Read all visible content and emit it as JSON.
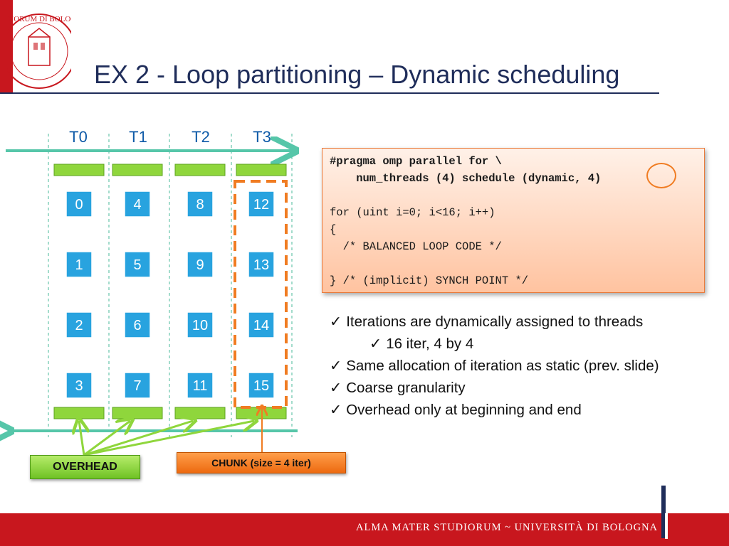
{
  "slide": {
    "title": "EX 2 - Loop partitioning – Dynamic scheduling"
  },
  "diagram": {
    "threads": [
      "T0",
      "T1",
      "T2",
      "T3"
    ],
    "iterations": [
      [
        "0",
        "1",
        "2",
        "3"
      ],
      [
        "4",
        "5",
        "6",
        "7"
      ],
      [
        "8",
        "9",
        "10",
        "11"
      ],
      [
        "12",
        "13",
        "14",
        "15"
      ]
    ],
    "overhead_label": "OVERHEAD",
    "chunk_label": "CHUNK (size = 4 iter)",
    "colors": {
      "iteration_box": "#28a3df",
      "overhead_bar": "#8fd63c",
      "thread_divider": "#47b99a",
      "time_arrow": "#56c6a9",
      "chunk_highlight": "#f07c22",
      "thread_label": "#0e5aa7"
    }
  },
  "code": {
    "lines": [
      "#pragma omp parallel for \\",
      "    num_threads (4) schedule (dynamic, 4)",
      "",
      "for (uint i=0; i<16; i++)",
      "{",
      "  /* BALANCED LOOP CODE */",
      "",
      "} /* (implicit) SYNCH POINT */"
    ]
  },
  "bullets": [
    {
      "text": "Iterations are dynamically assigned to threads",
      "indent": false
    },
    {
      "text": "16 iter, 4 by 4",
      "indent": true
    },
    {
      "text": "Same allocation of iteration as static (prev. slide)",
      "indent": false
    },
    {
      "text": "Coarse granularity",
      "indent": false
    },
    {
      "text": "Overhead only at beginning and end",
      "indent": false
    }
  ],
  "footer": {
    "text": "ALMA MATER STUDIORUM ~ UNIVERSITÀ DI BOLOGNA",
    "seal_text": "STUDIORUM DI BOLOGNA"
  }
}
